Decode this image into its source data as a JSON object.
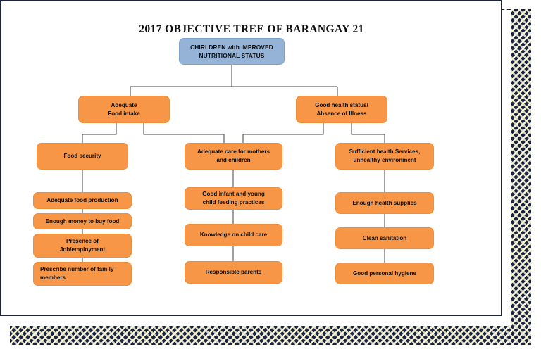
{
  "document": {
    "title": "2017 OBJECTIVE TREE OF BARANGAY 21"
  },
  "colors": {
    "root_fill": "#95b3d7",
    "node_fill": "#f79646",
    "connector": "#404040",
    "border_navy": "#1b2440",
    "border_cream": "#f6f3d8",
    "text": "#0d0d0d",
    "page_background": "#ffffff"
  },
  "chart_data": {
    "type": "diagram",
    "title": "2017 OBJECTIVE TREE OF BARANGAY 21",
    "orientation": "top-down hierarchical tree",
    "levels": 4,
    "nodes": [
      {
        "id": "root",
        "label": "CHIRLDREN with IMPROVED\nNUTRITIONAL STATUS",
        "level": 0,
        "fill": "#95b3d7"
      },
      {
        "id": "food-intake",
        "label": "Adequate\nFood intake",
        "level": 1,
        "fill": "#f79646"
      },
      {
        "id": "health",
        "label": "Good health status/\nAbsence of Illness",
        "level": 1,
        "fill": "#f79646"
      },
      {
        "id": "food-sec",
        "label": "Food security",
        "level": 2,
        "fill": "#f79646"
      },
      {
        "id": "care",
        "label": "Adequate care for mothers\nand children",
        "level": 2,
        "fill": "#f79646"
      },
      {
        "id": "services",
        "label": "Sufficient health Services,\nunhealthy environment",
        "level": 2,
        "fill": "#f79646"
      },
      {
        "id": "production",
        "label": "Adequate food production",
        "level": 3,
        "fill": "#f79646"
      },
      {
        "id": "money",
        "label": "Enough money to buy food",
        "level": 3,
        "fill": "#f79646"
      },
      {
        "id": "job",
        "label": "Presence of\nJob/employment",
        "level": 3,
        "fill": "#f79646"
      },
      {
        "id": "family",
        "label": "Prescribe number of family\nmembers",
        "level": 3,
        "fill": "#f79646"
      },
      {
        "id": "feeding",
        "label": "Good infant and young\nchild feeding practices",
        "level": 3,
        "fill": "#f79646"
      },
      {
        "id": "knowledge",
        "label": "Knowledge on child care",
        "level": 3,
        "fill": "#f79646"
      },
      {
        "id": "parents",
        "label": "Responsible parents",
        "level": 3,
        "fill": "#f79646"
      },
      {
        "id": "supplies",
        "label": "Enough health supplies",
        "level": 3,
        "fill": "#f79646"
      },
      {
        "id": "sanitation",
        "label": "Clean sanitation",
        "level": 3,
        "fill": "#f79646"
      },
      {
        "id": "hygiene",
        "label": "Good personal hygiene",
        "level": 3,
        "fill": "#f79646"
      }
    ],
    "edges": [
      {
        "from": "root",
        "to": "food-intake"
      },
      {
        "from": "root",
        "to": "health"
      },
      {
        "from": "food-intake",
        "to": "food-sec"
      },
      {
        "from": "food-intake",
        "to": "care"
      },
      {
        "from": "health",
        "to": "care"
      },
      {
        "from": "health",
        "to": "services"
      },
      {
        "from": "food-sec",
        "to": "production"
      },
      {
        "from": "production",
        "to": "money"
      },
      {
        "from": "money",
        "to": "job"
      },
      {
        "from": "job",
        "to": "family"
      },
      {
        "from": "care",
        "to": "feeding"
      },
      {
        "from": "feeding",
        "to": "knowledge"
      },
      {
        "from": "knowledge",
        "to": "parents"
      },
      {
        "from": "services",
        "to": "supplies"
      },
      {
        "from": "supplies",
        "to": "sanitation"
      },
      {
        "from": "sanitation",
        "to": "hygiene"
      }
    ]
  },
  "nodes": {
    "root": "CHIRLDREN with IMPROVED\nNUTRITIONAL STATUS",
    "food_intake": "Adequate\nFood intake",
    "health": "Good health status/\nAbsence of Illness",
    "food_sec": "Food security",
    "care": "Adequate care for mothers\nand children",
    "services": "Sufficient health Services,\nunhealthy environment",
    "production": "Adequate food production",
    "money": "Enough money to buy food",
    "job": "Presence of\nJob/employment",
    "family": "Prescribe number of family\nmembers",
    "feeding": "Good infant and young\nchild feeding practices",
    "knowledge": "Knowledge on child care",
    "parents": "Responsible parents",
    "supplies": "Enough health supplies",
    "sanitation": "Clean sanitation",
    "hygiene": "Good personal hygiene"
  }
}
